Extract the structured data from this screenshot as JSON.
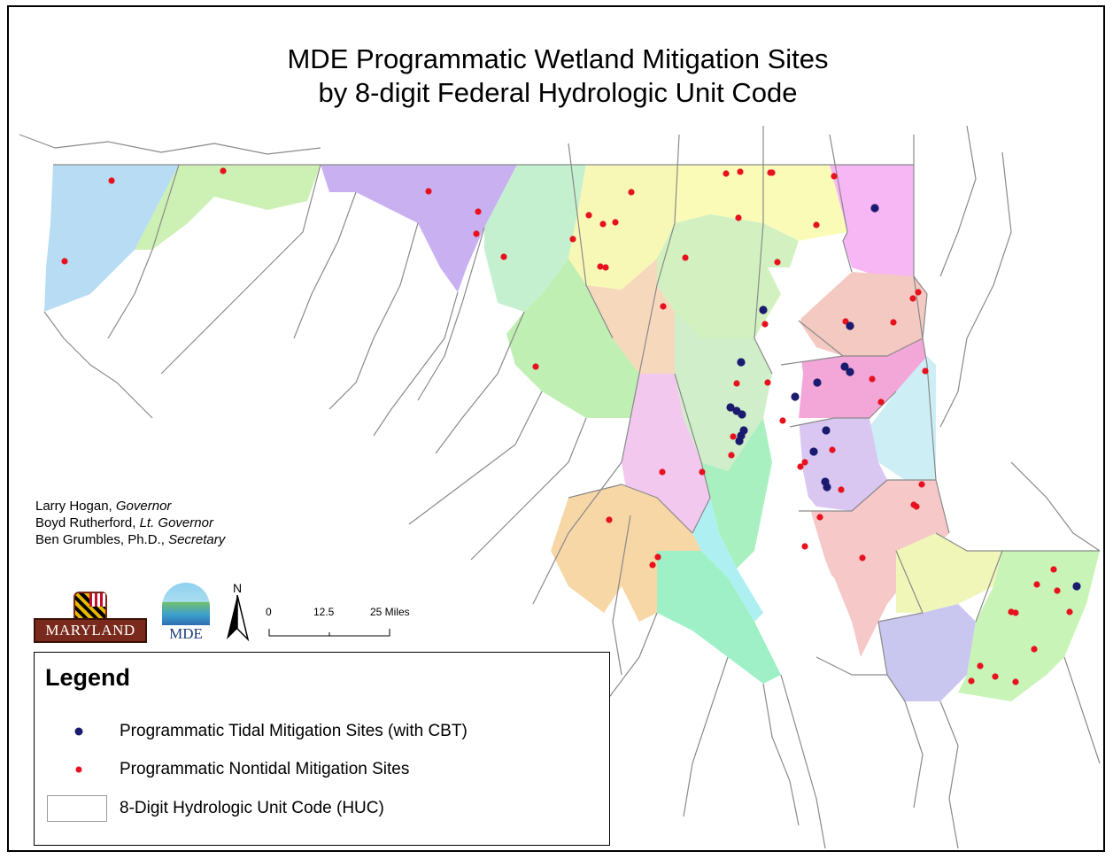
{
  "map": {
    "title_line1": "MDE Programmatic Wetland Mitigation Sites",
    "title_line2": "by 8-digit Federal Hydrologic Unit Code",
    "colors": {
      "tidal_site": "#1a1a6e",
      "nontidal_site": "#e8111e",
      "huc_boundary": "#8a8a8a"
    },
    "huc_regions": [
      {
        "id": "huc-north-branch-potomac",
        "color": "#b7dcf3"
      },
      {
        "id": "huc-georges-creek",
        "color": "#cdf0b4"
      },
      {
        "id": "huc-potomac-upper",
        "color": "#c9b1f1"
      },
      {
        "id": "huc-antietam",
        "color": "#c5f0cf"
      },
      {
        "id": "huc-monocacy",
        "color": "#f8f8b6"
      },
      {
        "id": "huc-gunpowder",
        "color": "#fbfbb8"
      },
      {
        "id": "huc-patapsco",
        "color": "#d3f1c0"
      },
      {
        "id": "huc-susquehanna-ne",
        "color": "#f7b6f4"
      },
      {
        "id": "huc-potomac-middle",
        "color": "#bfefb2"
      },
      {
        "id": "huc-liberty",
        "color": "#f6d8bd"
      },
      {
        "id": "huc-middle-potomac",
        "color": "#cfeec9"
      },
      {
        "id": "huc-patuxent-upper",
        "color": "#f3c8ef"
      },
      {
        "id": "huc-west-chesapeake",
        "color": "#a9f0c0"
      },
      {
        "id": "huc-patuxent-lower",
        "color": "#aef0f2"
      },
      {
        "id": "huc-lower-potomac",
        "color": "#f7d7a6"
      },
      {
        "id": "huc-potomac-tidal",
        "color": "#9ff0c6"
      },
      {
        "id": "huc-chester",
        "color": "#f4c9c2"
      },
      {
        "id": "huc-choptank-north",
        "color": "#f3a6d8"
      },
      {
        "id": "huc-choptank",
        "color": "#d9c7f2"
      },
      {
        "id": "huc-nanticoke-upper",
        "color": "#cdeef4"
      },
      {
        "id": "huc-nanticoke",
        "color": "#f6c8c8"
      },
      {
        "id": "huc-wicomico",
        "color": "#f0f6b8"
      },
      {
        "id": "huc-pocomoke",
        "color": "#c9c6f0"
      },
      {
        "id": "huc-coastal-bays",
        "color": "#c9f4b8"
      }
    ],
    "tidal_sites": [
      [
        986,
        233
      ],
      [
        860,
        348
      ],
      [
        958,
        366
      ],
      [
        835,
        407
      ],
      [
        952,
        412
      ],
      [
        958,
        418
      ],
      [
        921,
        430
      ],
      [
        896,
        446
      ],
      [
        823,
        458
      ],
      [
        830,
        462
      ],
      [
        836,
        466
      ],
      [
        838,
        484
      ],
      [
        835,
        490
      ],
      [
        833,
        496
      ],
      [
        931,
        484
      ],
      [
        917,
        508
      ],
      [
        930,
        542
      ],
      [
        932,
        548
      ],
      [
        1214,
        660
      ]
    ],
    "nontidal_sites": [
      [
        124,
        202
      ],
      [
        250,
        191
      ],
      [
        71,
        293
      ],
      [
        482,
        214
      ],
      [
        538,
        237
      ],
      [
        536,
        262
      ],
      [
        567,
        288
      ],
      [
        711,
        215
      ],
      [
        663,
        241
      ],
      [
        679,
        251
      ],
      [
        693,
        249
      ],
      [
        645,
        268
      ],
      [
        676,
        299
      ],
      [
        682,
        300
      ],
      [
        818,
        194
      ],
      [
        834,
        192
      ],
      [
        868,
        193
      ],
      [
        870,
        193
      ],
      [
        940,
        197
      ],
      [
        832,
        244
      ],
      [
        920,
        252
      ],
      [
        772,
        289
      ],
      [
        876,
        294
      ],
      [
        747,
        344
      ],
      [
        862,
        364
      ],
      [
        1035,
        328
      ],
      [
        1029,
        335
      ],
      [
        1007,
        362
      ],
      [
        953,
        361
      ],
      [
        865,
        430
      ],
      [
        830,
        431
      ],
      [
        1043,
        417
      ],
      [
        993,
        452
      ],
      [
        983,
        426
      ],
      [
        882,
        473
      ],
      [
        826,
        491
      ],
      [
        824,
        512
      ],
      [
        603,
        412
      ],
      [
        746,
        531
      ],
      [
        791,
        531
      ],
      [
        907,
        520
      ],
      [
        902,
        525
      ],
      [
        938,
        506
      ],
      [
        948,
        551
      ],
      [
        1039,
        545
      ],
      [
        1030,
        568
      ],
      [
        1033,
        570
      ],
      [
        924,
        582
      ],
      [
        907,
        615
      ],
      [
        972,
        628
      ],
      [
        686,
        585
      ],
      [
        741,
        627
      ],
      [
        735,
        636
      ],
      [
        1188,
        641
      ],
      [
        1169,
        658
      ],
      [
        1192,
        665
      ],
      [
        1140,
        689
      ],
      [
        1145,
        690
      ],
      [
        1206,
        689
      ],
      [
        1166,
        731
      ],
      [
        1105,
        750
      ],
      [
        1095,
        767
      ],
      [
        1122,
        762
      ],
      [
        1145,
        768
      ]
    ]
  },
  "officials": {
    "line1_name": "Larry Hogan,",
    "line1_role": "Governor",
    "line2_name": "Boyd Rutherford,",
    "line2_role": "Lt. Governor",
    "line3_name": "Ben Grumbles, Ph.D.,",
    "line3_role": "Secretary"
  },
  "logos": {
    "maryland": "MARYLAND",
    "mde": "MDE"
  },
  "north_arrow": {
    "label": "N"
  },
  "scale_bar": {
    "ticks": [
      "0",
      "12.5",
      "25 Miles"
    ]
  },
  "legend": {
    "title": "Legend",
    "items": [
      {
        "symbol": "tidal",
        "label": "Programmatic Tidal Mitigation Sites (with CBT)"
      },
      {
        "symbol": "nontidal",
        "label": "Programmatic Nontidal Mitigation Sites"
      },
      {
        "symbol": "huc",
        "label": "8-Digit Hydrologic Unit Code (HUC)"
      }
    ]
  }
}
